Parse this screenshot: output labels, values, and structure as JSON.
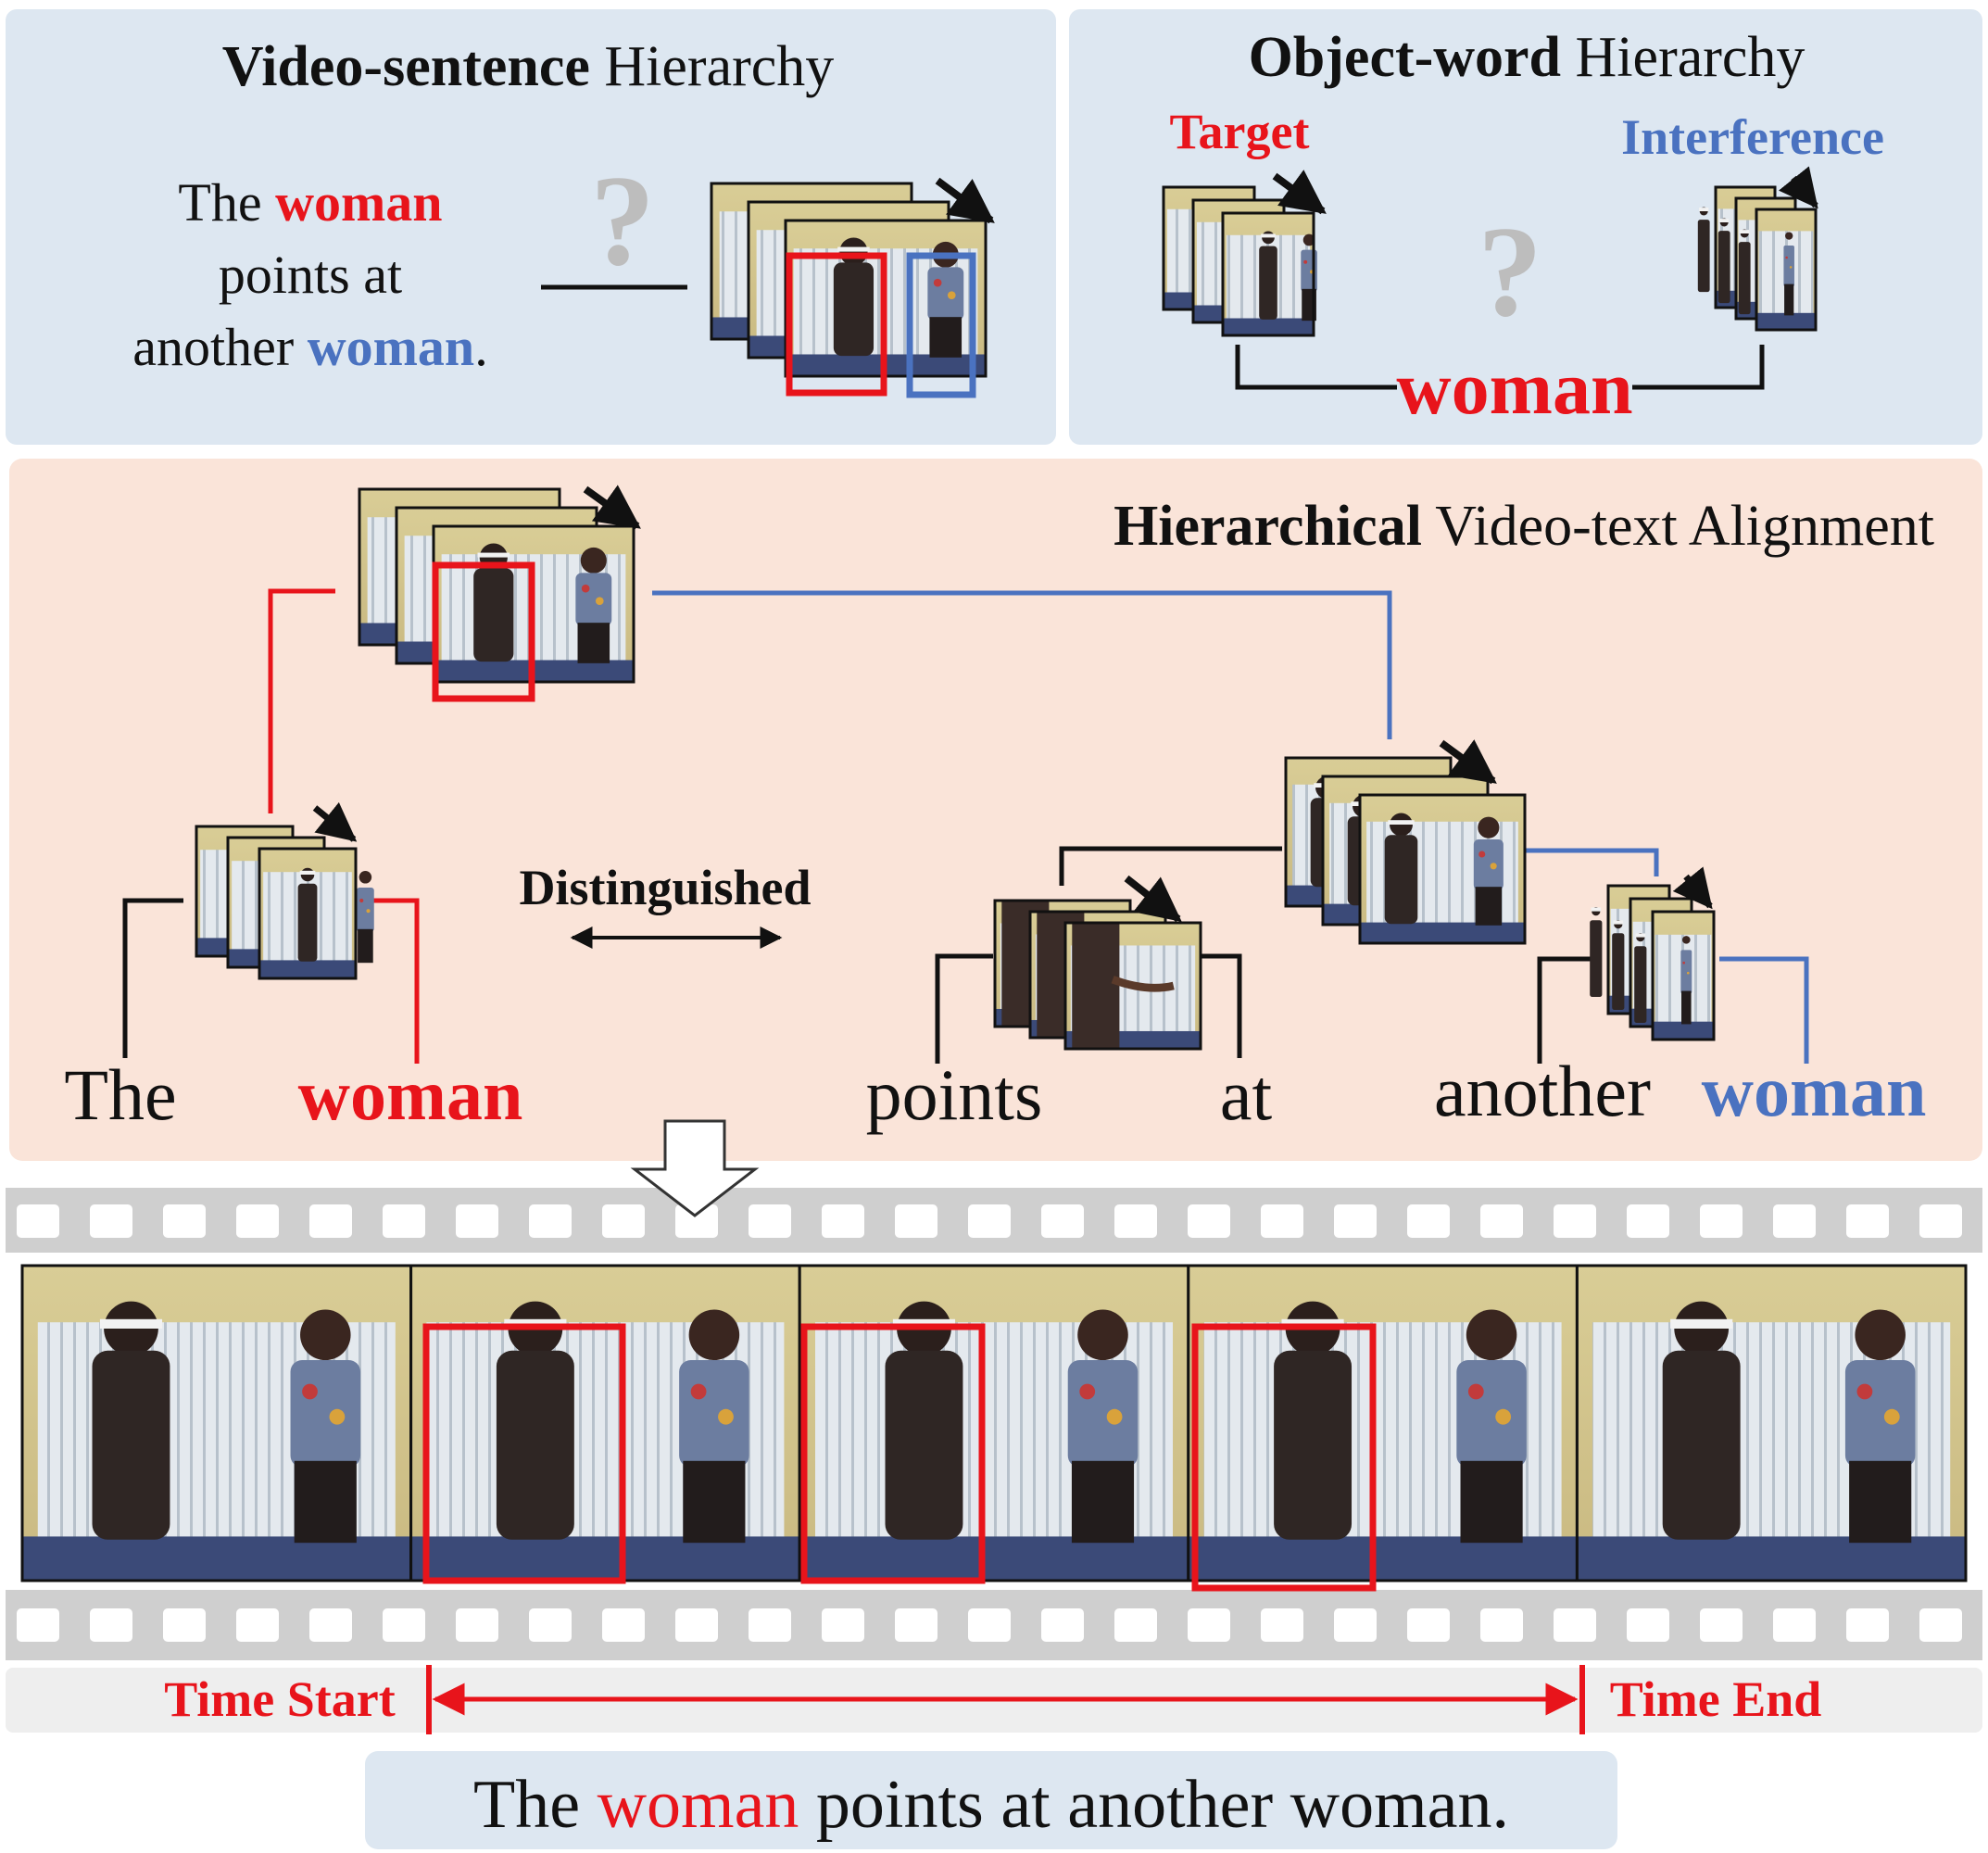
{
  "colors": {
    "panel_blue": "#dde7f1",
    "panel_peach": "#fae4d9",
    "target_red": "#e8141b",
    "interference_blue": "#4a72c0",
    "question_gray": "#bdbdbd",
    "film_gray": "#cfcfcf",
    "bar_gray": "#eeeeee",
    "ink": "#111111"
  },
  "video_sentence": {
    "title_bold": "Video-sentence",
    "title_rest": " Hierarchy",
    "line1_a": "The ",
    "line1_b": "woman",
    "line2": "points at",
    "line3_a": "another ",
    "line3_b": "woman",
    "line3_c": ".",
    "question": "?"
  },
  "object_word": {
    "title_bold": "Object-word",
    "title_rest": " Hierarchy",
    "target_label": "Target",
    "interference_label": "Interference",
    "question": "?",
    "word": "woman"
  },
  "alignment": {
    "title_bold": "Hierarchical",
    "title_rest": " Video-text Alignment",
    "distinguished": "Distinguished",
    "words": {
      "the": "The",
      "woman1": "woman",
      "points": "points",
      "at": "at",
      "another": "another",
      "woman2": "woman"
    }
  },
  "timeline": {
    "time_start": "Time Start",
    "time_end": "Time End"
  },
  "caption": {
    "part1": "The ",
    "part2": "woman",
    "part3": " points at another woman."
  }
}
